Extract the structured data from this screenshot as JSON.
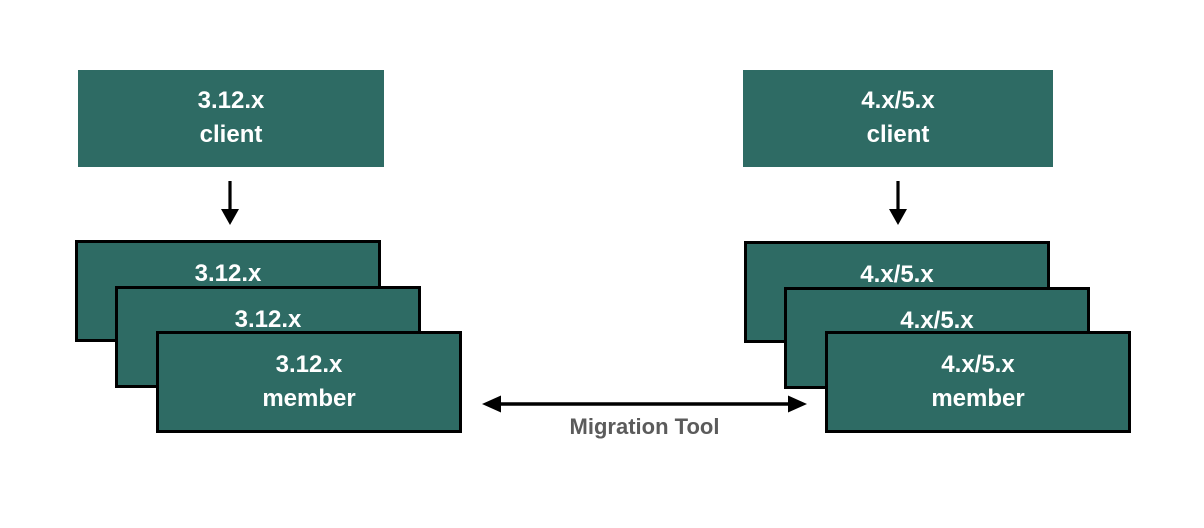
{
  "colors": {
    "background": "#ffffff",
    "box_fill": "#2e6b64",
    "box_border": "#000000",
    "box_text": "#ffffff",
    "arrow": "#000000",
    "label_text": "#5b5b5b"
  },
  "left": {
    "client": {
      "line1": "3.12.x",
      "line2": "client"
    },
    "members": [
      {
        "line1": "3.12.x",
        "line2": ""
      },
      {
        "line1": "3.12.x",
        "line2": ""
      },
      {
        "line1": "3.12.x",
        "line2": "member"
      }
    ]
  },
  "right": {
    "client": {
      "line1": "4.x/5.x",
      "line2": "client"
    },
    "members": [
      {
        "line1": "4.x/5.x",
        "line2": ""
      },
      {
        "line1": "4.x/5.x",
        "line2": ""
      },
      {
        "line1": "4.x/5.x",
        "line2": "member"
      }
    ]
  },
  "center": {
    "label": "Migration Tool"
  }
}
